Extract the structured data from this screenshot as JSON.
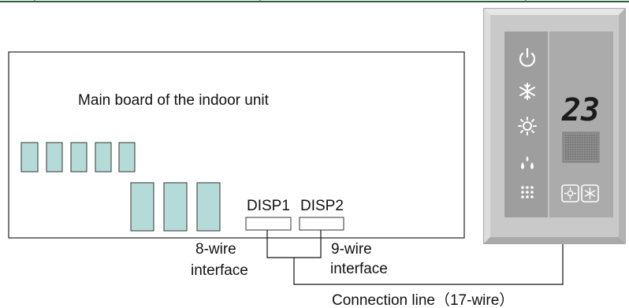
{
  "board": {
    "title": "Main board of the indoor unit",
    "disp1_label": "DISP1",
    "disp2_label": "DISP2"
  },
  "interfaces": {
    "left_line1": "8-wire",
    "left_line2": "interface",
    "right_line1": "9-wire",
    "right_line2": "interface"
  },
  "connection": {
    "label": "Connection line（17-wire）"
  },
  "panel": {
    "temperature": "23",
    "left_icons": [
      "power-icon",
      "snowflake-icon",
      "sun-icon",
      "droplets-icon",
      "dots-grid-icon"
    ],
    "bottom_buttons": [
      "sun-button-icon",
      "snowflake-button-icon"
    ]
  },
  "colors": {
    "component_fill": "#b5dbd9",
    "panel_bezel": "#c8c8c8",
    "panel_face": "#a8a8a8"
  }
}
